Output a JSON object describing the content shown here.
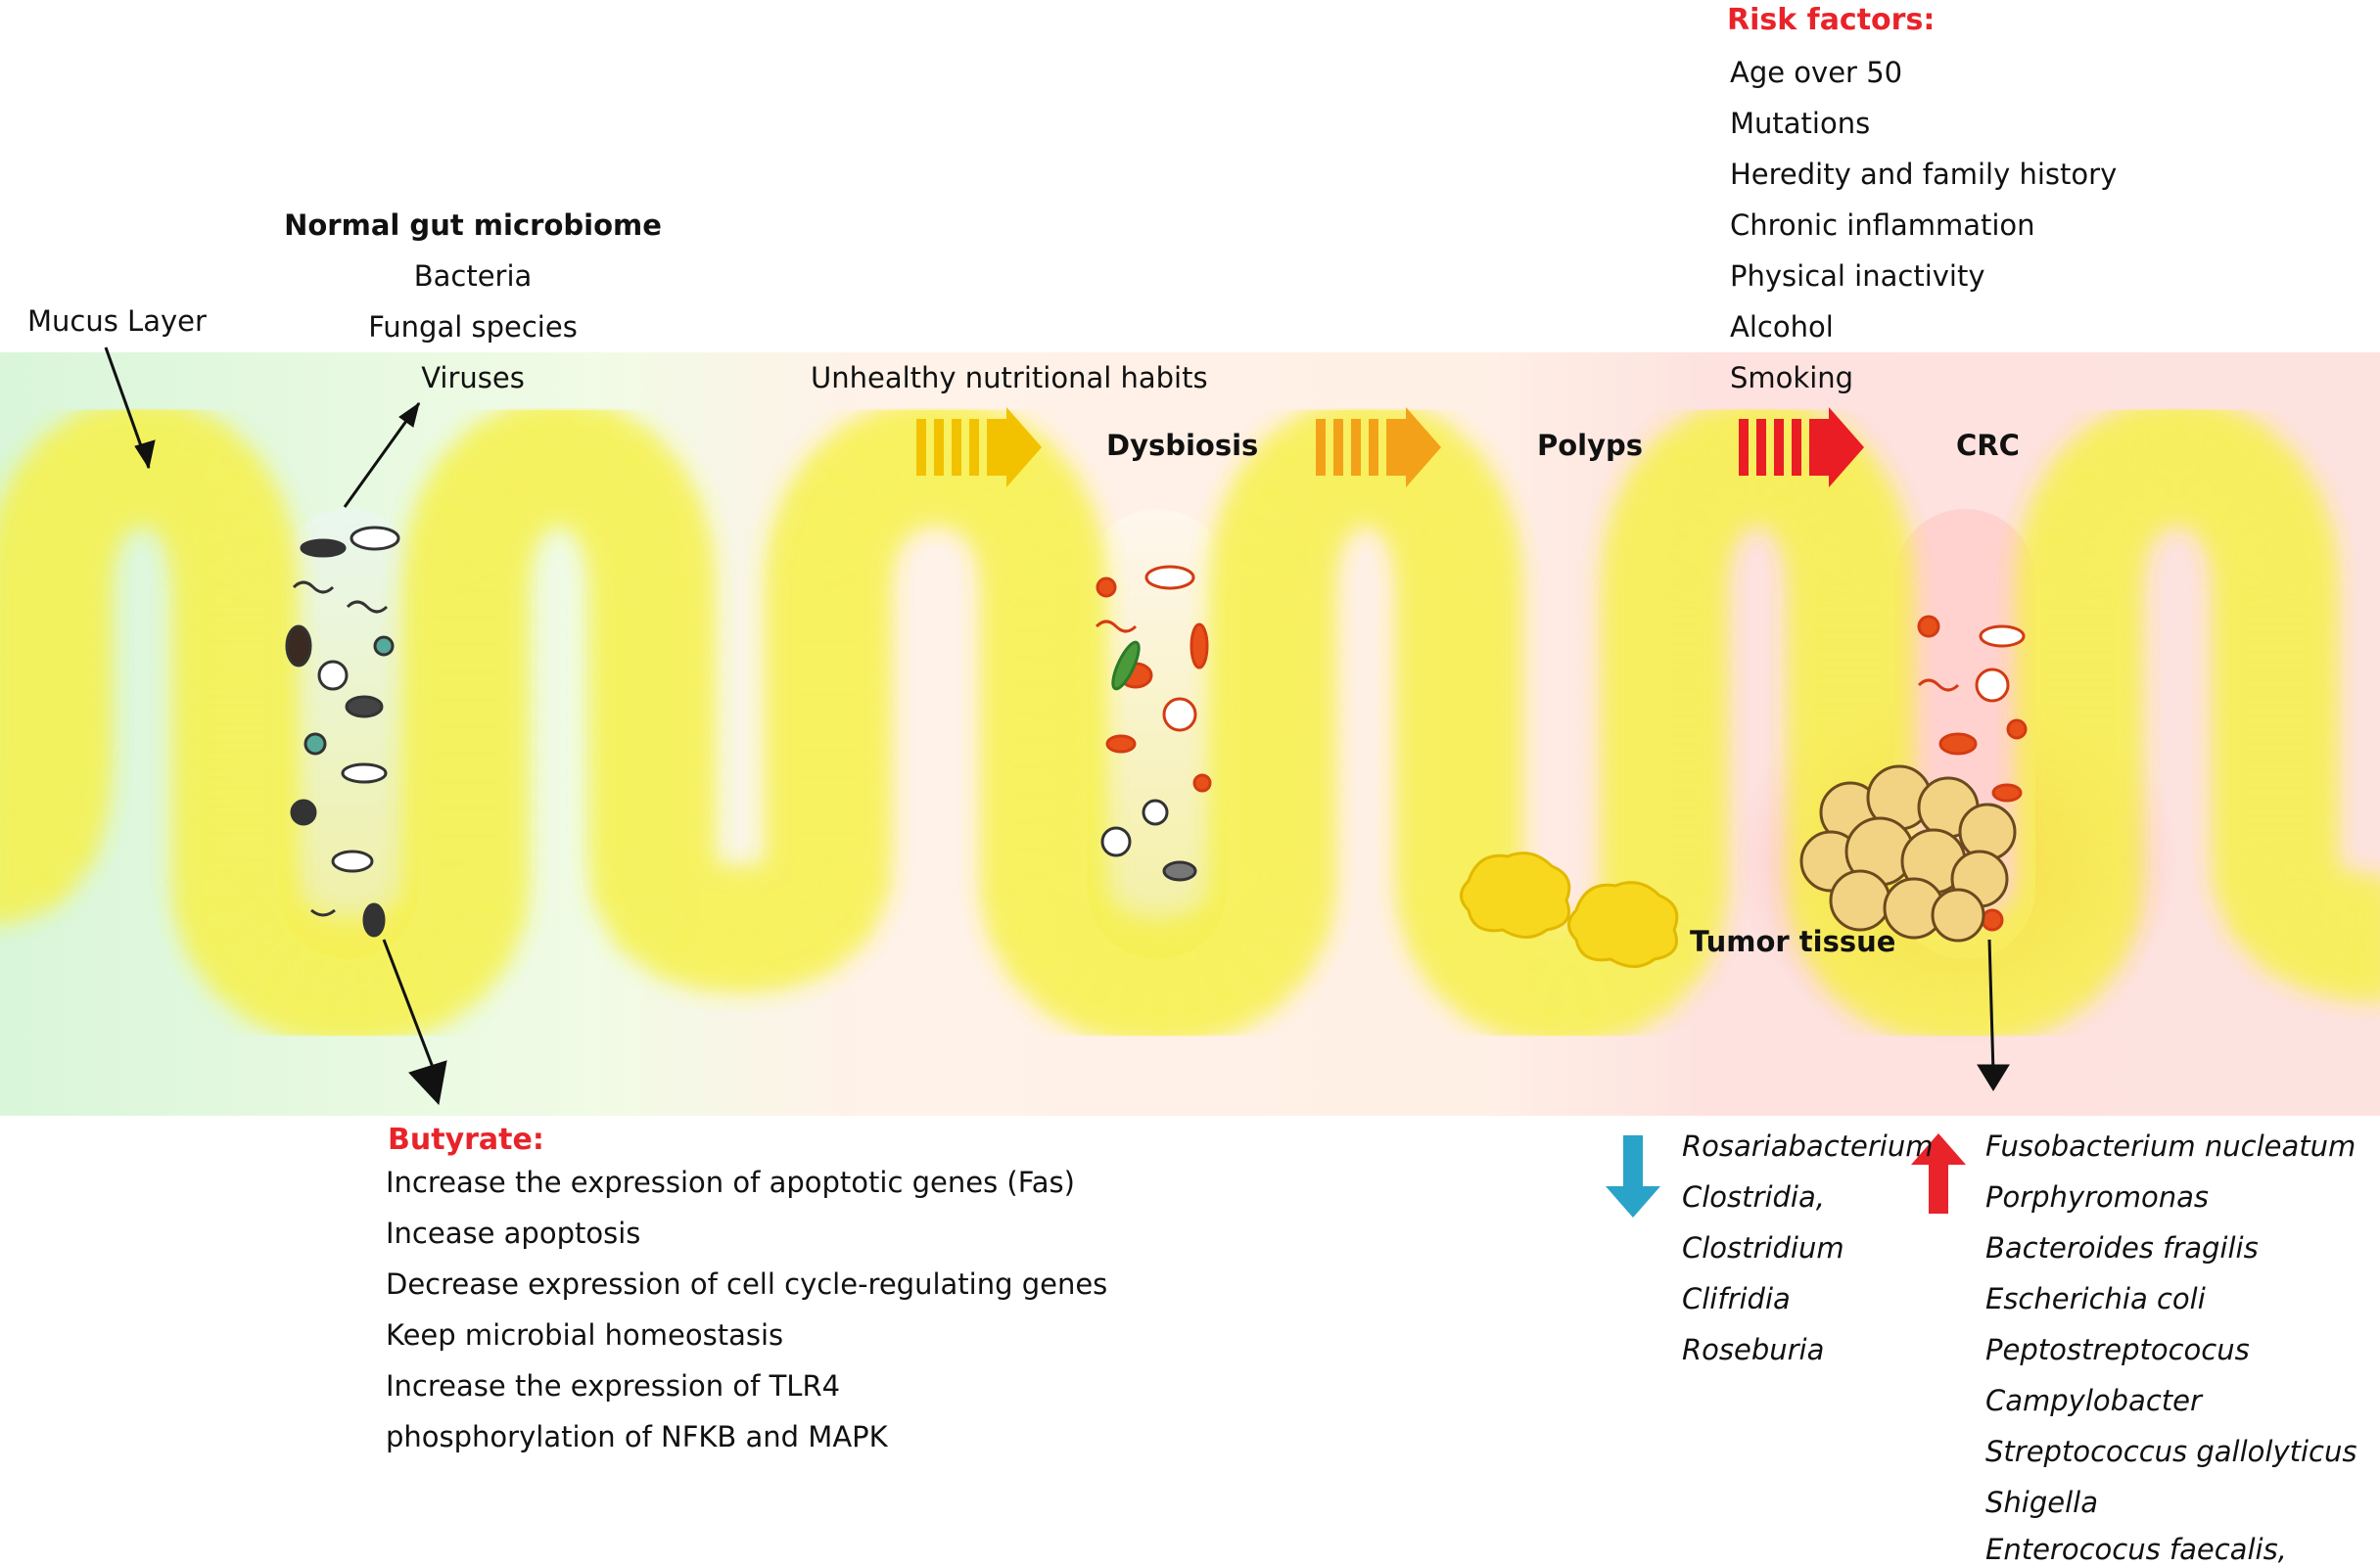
{
  "labels": {
    "mucus_layer": "Mucus Layer",
    "normal_title": "Normal gut microbiome",
    "normal_items": [
      "Bacteria",
      "Fungal species",
      "Viruses"
    ],
    "unhealthy": "Unhealthy nutritional habits",
    "dysbiosis": "Dysbiosis",
    "polyps": "Polyps",
    "crc": "CRC",
    "tumor": "Tumor tissue"
  },
  "risk_factors": {
    "title": "Risk factors:",
    "items": [
      "Age over 50",
      "Mutations",
      "Heredity and family history",
      "Chronic inflammation",
      "Physical inactivity",
      "Alcohol",
      "Smoking"
    ]
  },
  "butyrate": {
    "title": "Butyrate:",
    "items": [
      "Increase the expression of apoptotic genes (Fas)",
      "Incease apoptosis",
      "Decrease expression of cell cycle-regulating genes",
      "Keep microbial homeostasis",
      "Increase the expression of TLR4",
      "phosphorylation of NFKB and MAPK"
    ]
  },
  "decreased_bacteria": [
    "Rosariabacterium",
    "Clostridia,",
    "Clostridium",
    "Clifridia",
    "Roseburia"
  ],
  "increased_bacteria": [
    "Fusobacterium nucleatum",
    "Porphyromonas",
    "Bacteroides fragilis",
    "Escherichia coli",
    "Peptostreptococus",
    "Campylobacter",
    "Streptococcus gallolyticus",
    "Shigella",
    "Enterococus faecalis,"
  ],
  "colors": {
    "cell_fill": "#d9b7e0",
    "cell_stroke": "#6b4276",
    "mucus_glow": "#f5f04a",
    "arrow_1": "#f2c200",
    "arrow_2": "#f4a11a",
    "arrow_3": "#ea1c24",
    "down_arrow": "#2aa3c9",
    "up_arrow": "#e8232a",
    "accent_red": "#e8232a",
    "polyp": "#f7d81e",
    "tumor": "#f2d383"
  }
}
